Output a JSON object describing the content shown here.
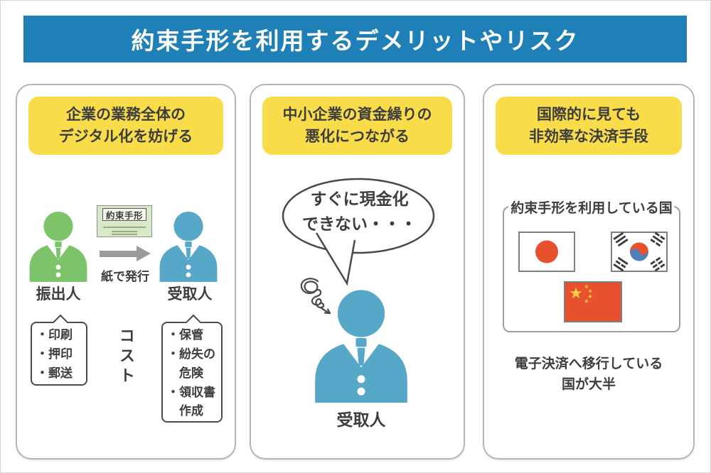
{
  "title": "約束手形を利用するデメリットやリスク",
  "colors": {
    "banner_blue": "#1F80B7",
    "header_yellow": "#F8DC4A",
    "text_dark": "#3D3D3D",
    "drawer_green": "#7CC369",
    "payee_blue": "#57A7C9",
    "flag_red": "#E8512D",
    "korea_blue": "#4B80BD",
    "china_star_yellow": "#F7CE3E"
  },
  "card1": {
    "header": [
      "企業の業務全体の",
      "デジタル化を妨げる"
    ],
    "note_title": "約束手形",
    "arrow_caption": "紙で発行",
    "drawer_label": "振出人",
    "payee_label": "受取人",
    "cost_vertical": "コスト",
    "drawer_costs": [
      "・印刷",
      "・押印",
      "・郵送"
    ],
    "payee_costs": [
      "・保管",
      "・紛失の",
      "　危険",
      "・領収書",
      "　作成"
    ]
  },
  "card2": {
    "header": [
      "中小企業の資金繰りの",
      "悪化につながる"
    ],
    "bubble": [
      "すぐに現金化",
      "できない・・・"
    ],
    "payee_label": "受取人"
  },
  "card3": {
    "header": [
      "国際的に見ても",
      "非効率な決済手段"
    ],
    "flags_box_title": "約束手形を利用している国",
    "flags": [
      "japan",
      "south-korea",
      "china"
    ],
    "bottom_text": [
      "電子決済へ移行している",
      "国が大半"
    ]
  }
}
